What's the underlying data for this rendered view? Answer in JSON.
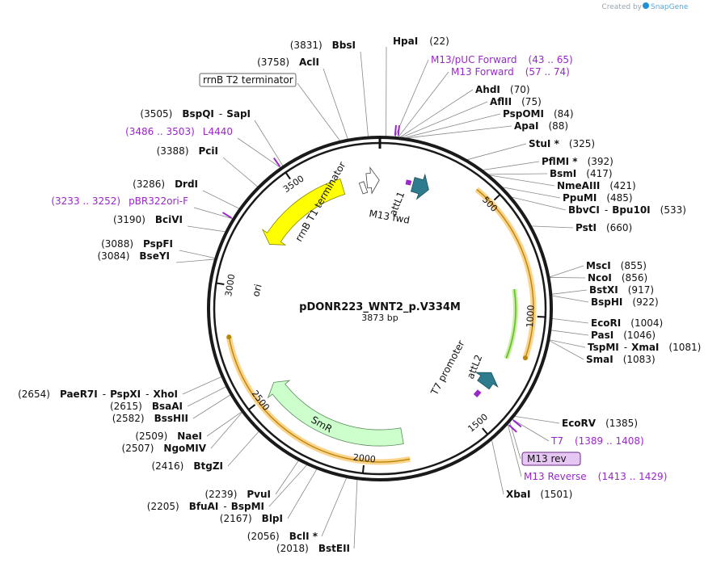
{
  "credit": {
    "prefix": "Created by",
    "brand": "SnapGene"
  },
  "plasmid": {
    "name": "pDONR223_WNT2_p.V334M",
    "length_label": "3873 bp",
    "length": 3873
  },
  "ticks": [
    "500",
    "1000",
    "1500",
    "2000",
    "2500",
    "3000",
    "3500"
  ],
  "sites_right": [
    {
      "name": "HpaI",
      "pos": "(22)"
    },
    {
      "name": "M13/pUC Forward",
      "pos": "(43 .. 65)",
      "primer": true
    },
    {
      "name": "M13 Forward",
      "pos": "(57 .. 74)",
      "primer": true
    },
    {
      "name": "AhdI",
      "pos": "(70)"
    },
    {
      "name": "AflII",
      "pos": "(75)"
    },
    {
      "name": "PspOMI",
      "pos": "(84)"
    },
    {
      "name": "ApaI",
      "pos": "(88)"
    },
    {
      "name": "StuI *",
      "pos": "(325)"
    },
    {
      "name": "PflMI *",
      "pos": "(392)"
    },
    {
      "name": "BsmI",
      "pos": "(417)"
    },
    {
      "name": "NmeAIII",
      "pos": "(421)"
    },
    {
      "name": "PpuMI",
      "pos": "(485)"
    },
    {
      "name": "BbvCI",
      "name2": "Bpu10I",
      "pos": "(533)"
    },
    {
      "name": "PstI",
      "pos": "(660)"
    },
    {
      "name": "MscI",
      "pos": "(855)"
    },
    {
      "name": "NcoI",
      "pos": "(856)"
    },
    {
      "name": "BstXI",
      "pos": "(917)"
    },
    {
      "name": "BspHI",
      "pos": "(922)"
    },
    {
      "name": "EcoRI",
      "pos": "(1004)"
    },
    {
      "name": "PasI",
      "pos": "(1046)"
    },
    {
      "name": "TspMI",
      "name2": "XmaI",
      "pos": "(1081)"
    },
    {
      "name": "SmaI",
      "pos": "(1083)"
    },
    {
      "name": "EcoRV",
      "pos": "(1385)"
    },
    {
      "name": "T7",
      "pos": "(1389 .. 1408)",
      "primer": true
    },
    {
      "name": "M13 rev",
      "pos": "",
      "primer": true,
      "boxed": true
    },
    {
      "name": "M13 Reverse",
      "pos": "(1413 .. 1429)",
      "primer": true
    },
    {
      "name": "XbaI",
      "pos": "(1501)"
    }
  ],
  "sites_left": [
    {
      "name": "BbsI",
      "pos": "(3831)"
    },
    {
      "name": "AclI",
      "pos": "(3758)"
    },
    {
      "name": "rrnB T2 terminator",
      "pos": "",
      "boxed": true
    },
    {
      "name": "BspQI",
      "name2": "SapI",
      "pos": "(3505)"
    },
    {
      "name": "L4440",
      "pos": "(3486 .. 3503)",
      "primer": true
    },
    {
      "name": "PciI",
      "pos": "(3388)"
    },
    {
      "name": "DrdI",
      "pos": "(3286)"
    },
    {
      "name": "pBR322ori-F",
      "pos": "(3233 .. 3252)",
      "primer": true
    },
    {
      "name": "BciVI",
      "pos": "(3190)"
    },
    {
      "name": "PspFI",
      "pos": "(3088)"
    },
    {
      "name": "BseYI",
      "pos": "(3084)"
    },
    {
      "name": "PaeR7I",
      "name2": "PspXI",
      "name3": "XhoI",
      "pos": "(2654)"
    },
    {
      "name": "BsaAI",
      "pos": "(2615)"
    },
    {
      "name": "BssHII",
      "pos": "(2582)"
    },
    {
      "name": "NaeI",
      "pos": "(2509)"
    },
    {
      "name": "NgoMIV",
      "pos": "(2507)"
    },
    {
      "name": "BtgZI",
      "pos": "(2416)"
    },
    {
      "name": "PvuI",
      "pos": "(2239)"
    },
    {
      "name": "BfuAI",
      "name2": "BspMI",
      "pos": "(2205)"
    },
    {
      "name": "BlpI",
      "pos": "(2167)"
    },
    {
      "name": "BclI *",
      "pos": "(2056)"
    },
    {
      "name": "BstEII",
      "pos": "(2018)"
    }
  ],
  "features": [
    {
      "name": "attL1"
    },
    {
      "name": "M13 fwd"
    },
    {
      "name": "rrnB T1 terminator"
    },
    {
      "name": "ori"
    },
    {
      "name": "SmR"
    },
    {
      "name": "T7 promoter"
    },
    {
      "name": "attL2"
    }
  ],
  "colors": {
    "backbone": "#1a1a1a",
    "orf": "#f5a623",
    "ori": "#ffff00",
    "smr": "#ccffcc",
    "att": "#2e7d8f",
    "primer": "#9a27c9",
    "insert": "#66bb33"
  }
}
